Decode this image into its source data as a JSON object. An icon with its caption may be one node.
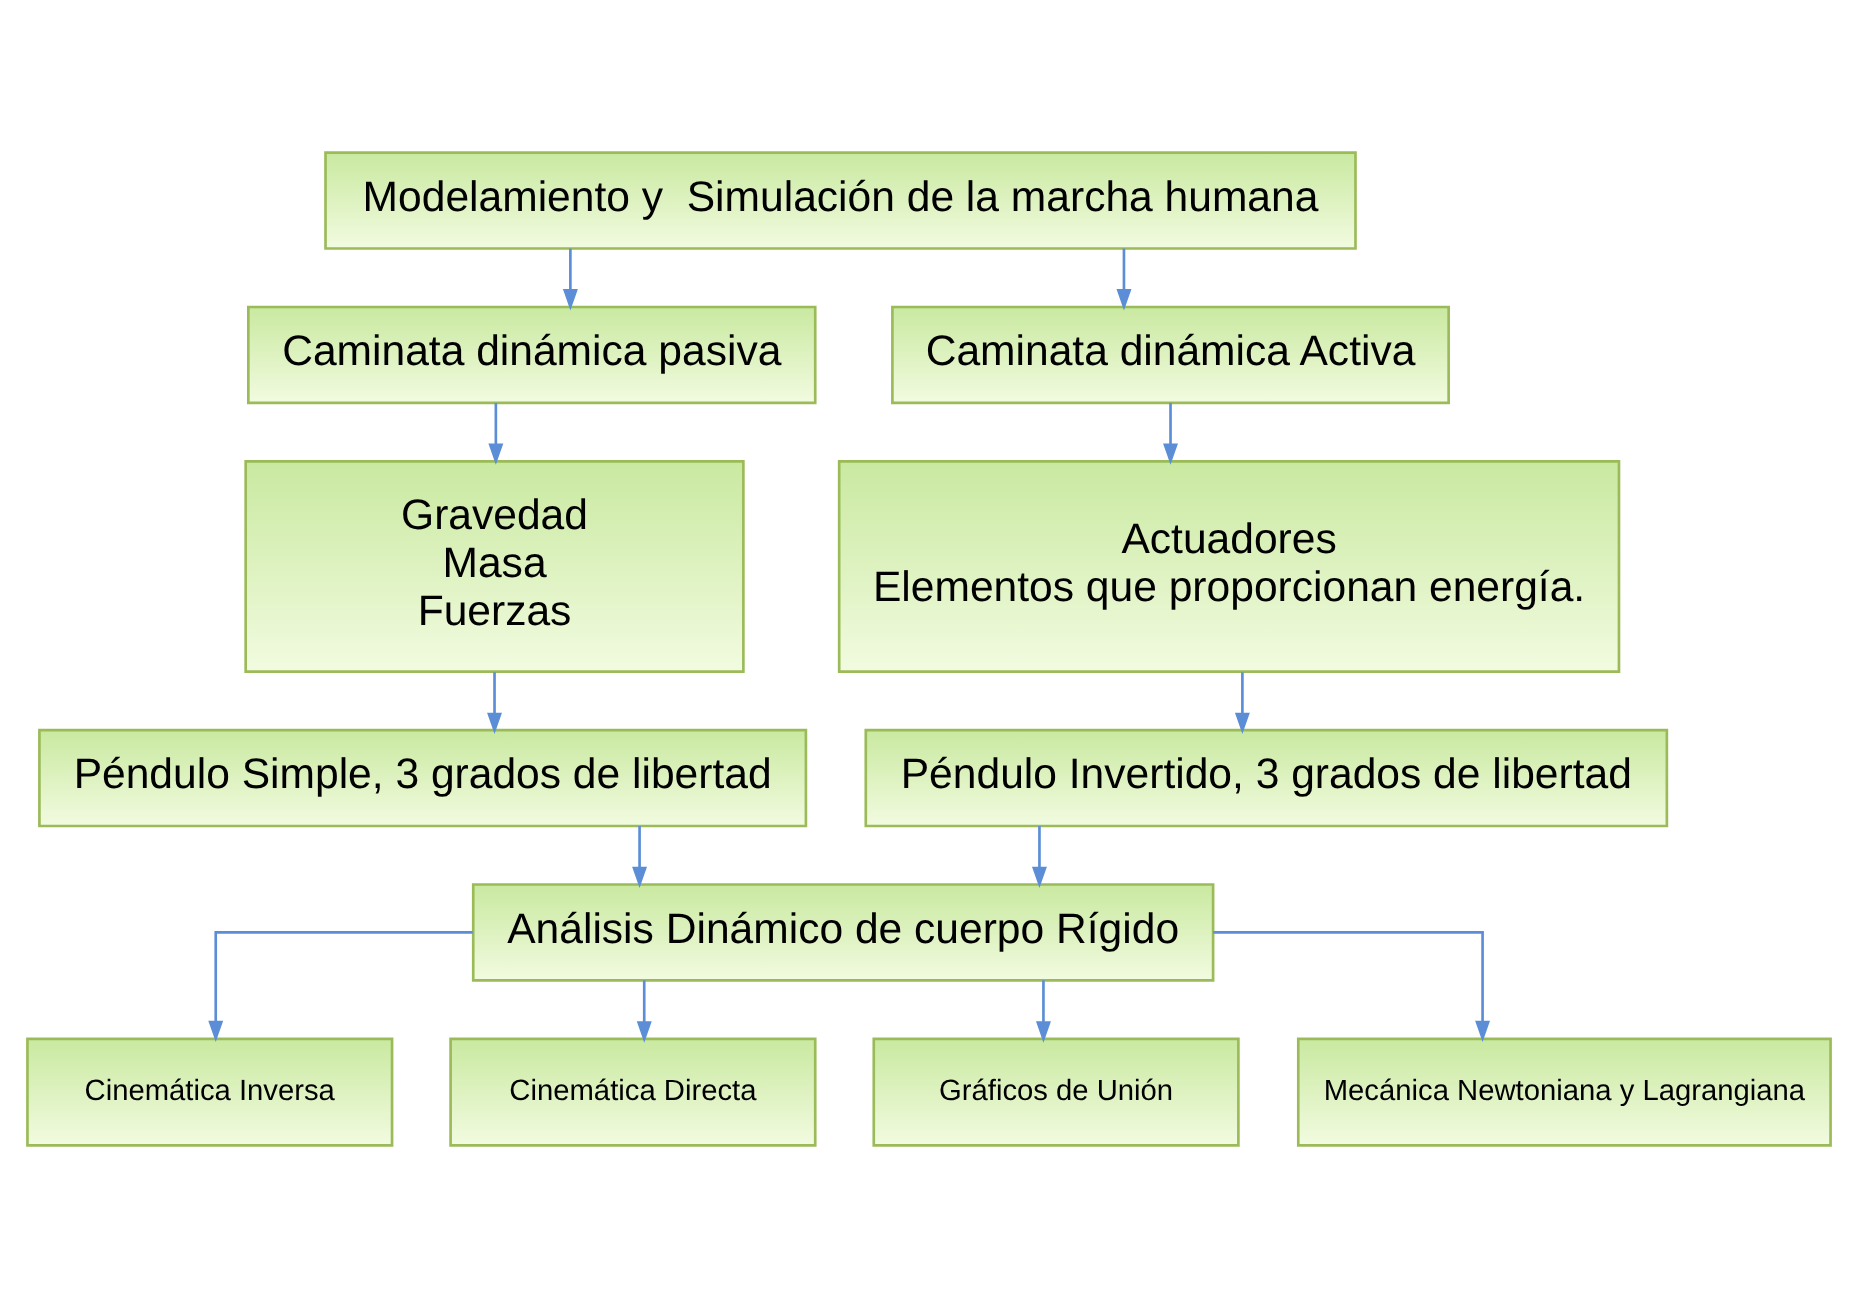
{
  "diagram": {
    "nodes": [
      {
        "text": [
          "Modelamiento y  Simulación de la marcha humana"
        ]
      },
      {
        "text": [
          "Caminata dinámica pasiva"
        ]
      },
      {
        "text": [
          "Caminata dinámica Activa"
        ]
      },
      {
        "text": [
          "Gravedad",
          "Masa",
          "Fuerzas"
        ]
      },
      {
        "text": [
          "Actuadores",
          "Elementos que proporcionan energía."
        ]
      },
      {
        "text": [
          "Péndulo Simple, 3 grados de libertad"
        ]
      },
      {
        "text": [
          "Péndulo Invertido, 3 grados de libertad"
        ]
      },
      {
        "text": [
          "Análisis Dinámico de cuerpo Rígido"
        ]
      },
      {
        "text": [
          "Cinemática Inversa"
        ]
      },
      {
        "text": [
          "Cinemática Directa"
        ]
      },
      {
        "text": [
          "Gráficos de Unión"
        ]
      },
      {
        "text": [
          "Mecánica Newtoniana y Lagrangiana"
        ]
      }
    ],
    "edges": [
      {
        "from": 0,
        "to": 1,
        "arrow": "to"
      },
      {
        "from": 0,
        "to": 2,
        "arrow": "to"
      },
      {
        "from": 1,
        "to": 3,
        "arrow": "to"
      },
      {
        "from": 2,
        "to": 4,
        "arrow": "to"
      },
      {
        "from": 3,
        "to": 5,
        "arrow": "to"
      },
      {
        "from": 4,
        "to": 6,
        "arrow": "to"
      },
      {
        "from": 5,
        "to": 7,
        "arrow": "to"
      },
      {
        "from": 6,
        "to": 7,
        "arrow": "to"
      },
      {
        "from": 7,
        "to": 8,
        "arrow": "to"
      },
      {
        "from": 7,
        "to": 9,
        "arrow": "to"
      },
      {
        "from": 7,
        "to": 10,
        "arrow": "to"
      },
      {
        "from": 7,
        "to": 11,
        "arrow": "to"
      }
    ]
  }
}
